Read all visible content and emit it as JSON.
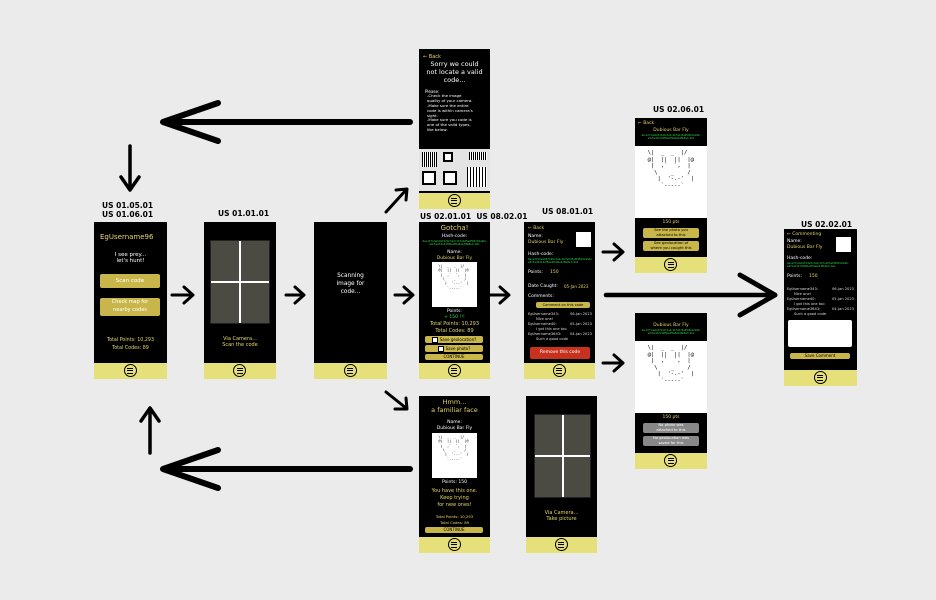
{
  "labels": {
    "home": "US 01.05.01\nUS 01.06.01",
    "scan": "US 01.01.01",
    "gotcha": "US 02.01.01  US 08.02.01",
    "detail": "US 08.01.01",
    "geo_top": "US 02.06.01",
    "comment": "US 02.02.01"
  },
  "home": {
    "username": "EgUsername96",
    "prey": "I see prey...\nlet's hunt!",
    "scan_btn": "Scan code",
    "map_btn": "Check map for\nnearby codes",
    "total_points": "Total Points: 10,293",
    "total_codes": "Total Codes: 89"
  },
  "camera": {
    "caption": "Via Camera...\nScan the code"
  },
  "scanning": {
    "text": "Scanning\nimage for\ncode..."
  },
  "error": {
    "back": "← Back",
    "title": "Sorry we could\nnot locate a valid\ncode...",
    "please": "Please:",
    "tips": "-Check the image\nquality of your camera.\n-Make sure the entire\ncode is within camera's\nsight.\n-Make sure you code is\none of the valid types,\nlike below:"
  },
  "gotcha": {
    "title": "Gotcha!",
    "hash_label": "Hash-code:",
    "hash": "9eca371da1b67420c3a2c1b7a0d5e6f48102a9bc\ne9c5ad32142f8de2f0a6e4d8b8e7c0a1",
    "name_label": "Name:",
    "name": "Dubious Bar Fly",
    "points_label": "Points:",
    "points": "+ 150 !!!",
    "total_points": "Total Points: 10,293",
    "total_codes": "Total Codes: 89",
    "save_geo": "Save geolocation?",
    "save_photo": "Save photo?",
    "continue": "CONTINUE"
  },
  "familiar": {
    "title": "Hmm...\na familiar face",
    "name_label": "Name:",
    "name": "Dubious Bar Fly",
    "points": "Points: 150",
    "msg": "You have this one.\nKeep trying\nfor new ones!",
    "total_points": "Total Points: 10,293",
    "total_codes": "Total Codes: 89",
    "continue": "CONTINUE"
  },
  "detail": {
    "back": "← Back",
    "name_label": "Name:",
    "name": "Dubious Bar Fly",
    "hash_label": "Hash-code:",
    "hash": "9eca371da1b67420c3a2c1b7a0d5e6f48102a9bc\ne9c5ad32142f8de2f0a6e4d8b8e7c0a1",
    "points_label": "Points:",
    "points": "150",
    "date_label": "Date Caught:",
    "date": "05-Jan 2023",
    "comments_label": "Comments:",
    "comment_btn": "Comment on this code",
    "comments": [
      {
        "user": "EgUsername343:",
        "date": "06-Jan 2023",
        "text": "Nice one!"
      },
      {
        "user": "EgUsername40:",
        "date": "05-Jan 2023",
        "text": "I got this one too"
      },
      {
        "user": "EgUsername3643:",
        "date": "04-Jan 2023",
        "text": "Such a good code"
      }
    ],
    "remove": "Remove this code"
  },
  "picture": {
    "caption": "Via Camera...\nTake picture"
  },
  "geo_yes": {
    "back": "← Back",
    "name": "Dubious Bar Fly",
    "hash": "9eca371da1b67420c3a2c1b7a0d5e6f48102a9bc\ne9c5ad32142f8de2f0a6e4d8b8e7c0a1",
    "points": "150 pts",
    "photo_btn": "See the photo you\nattached to this",
    "geo_btn": "See geolocation of\nwhere you caught this"
  },
  "geo_no": {
    "name": "Dubious Bar Fly",
    "hash": "9eca371da1b67420c3a2c1b7a0d5e6f48102a9bc\ne9c5ad32142f8de2f0a6e4d8b8e7c0a1",
    "points": "150 pts",
    "photo_btn": "No photo was\nattached to this",
    "geo_btn": "No geolocation was\nsaved for this"
  },
  "commenting": {
    "back": "← Commenting",
    "name_label": "Name:",
    "name": "Dubious Bar Fly",
    "hash_label": "Hash-code:",
    "hash": "9eca371da1b67420c3a2c1b7a0d5e6f48102a9bc\ne9c5ad32142f8de2f0a6e4d8b8e7c0a1",
    "points_label": "Points:",
    "points": "150",
    "comments": [
      {
        "user": "EgUsername343:",
        "date": "06-Jan 2023",
        "text": "Nice one!"
      },
      {
        "user": "EgUsername40:",
        "date": "05-Jan 2023",
        "text": "I got this one too"
      },
      {
        "user": "EgUsername3643:",
        "date": "04-Jan 2023",
        "text": "Such a good code"
      }
    ],
    "save": "Save Comment"
  },
  "face": "  \\|  _  _  |/\n  @|  ||  ||  |@\n   |  ,`  `,  |\n    \\    _    /\n     |  '-.-'  |\n      `-----`",
  "colors": {
    "background": "#ebebeb",
    "screen": "#000000",
    "footer": "#e6e07a",
    "button": "#c9b64a",
    "accent_text": "#e6d46a",
    "hash_text": "#2fd84a",
    "remove": "#c7321f"
  }
}
